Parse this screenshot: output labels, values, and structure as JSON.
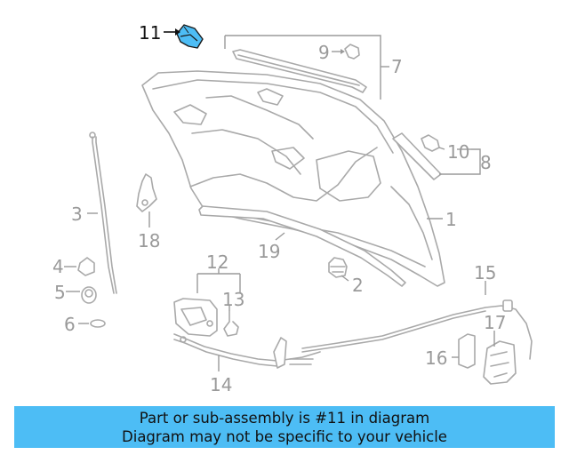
{
  "diagram": {
    "callouts": [
      {
        "id": "c1",
        "text": "1"
      },
      {
        "id": "c2",
        "text": "2"
      },
      {
        "id": "c3",
        "text": "3"
      },
      {
        "id": "c4",
        "text": "4"
      },
      {
        "id": "c5",
        "text": "5"
      },
      {
        "id": "c6",
        "text": "6"
      },
      {
        "id": "c7",
        "text": "7"
      },
      {
        "id": "c8",
        "text": "8"
      },
      {
        "id": "c9",
        "text": "9"
      },
      {
        "id": "c10",
        "text": "10"
      },
      {
        "id": "c11",
        "text": "11"
      },
      {
        "id": "c12",
        "text": "12"
      },
      {
        "id": "c13",
        "text": "13"
      },
      {
        "id": "c14",
        "text": "14"
      },
      {
        "id": "c15",
        "text": "15"
      },
      {
        "id": "c16",
        "text": "16"
      },
      {
        "id": "c17",
        "text": "17"
      },
      {
        "id": "c18",
        "text": "18"
      },
      {
        "id": "c19",
        "text": "19"
      }
    ],
    "highlight_color": "#4dbdf5",
    "label_color": "#9a9a9a",
    "highlighted_callout": "11"
  },
  "banner": {
    "line1": "Part or sub-assembly is #11 in diagram",
    "line2": "Diagram may not be specific to your vehicle",
    "background": "#4dbdf5"
  }
}
